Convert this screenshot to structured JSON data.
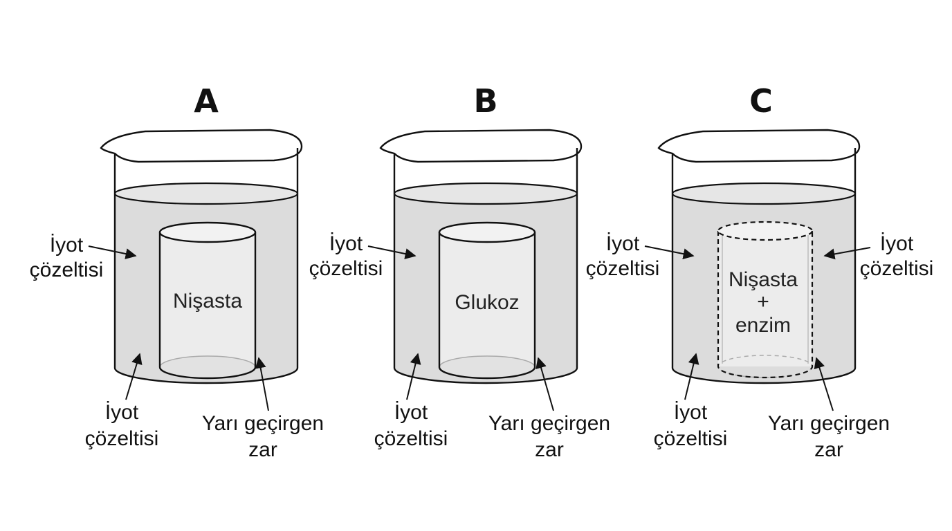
{
  "beakers": [
    {
      "title": "A",
      "content": [
        "Nişasta"
      ],
      "membrane": "solid",
      "left_label": [
        "İyot",
        "çözeltisi"
      ],
      "bottom_left_label": [
        "İyot",
        "çözeltisi"
      ],
      "bottom_right_label": [
        "Yarı geçirgen",
        "zar"
      ]
    },
    {
      "title": "B",
      "content": [
        "Glukoz"
      ],
      "membrane": "solid",
      "left_label": [
        "İyot",
        "çözeltisi"
      ],
      "bottom_left_label": [
        "İyot",
        "çözeltisi"
      ],
      "bottom_right_label": [
        "Yarı geçirgen",
        "zar"
      ]
    },
    {
      "title": "C",
      "content": [
        "Nişasta",
        "+",
        "enzim"
      ],
      "membrane": "dashed",
      "left_label": [
        "İyot",
        "çözeltisi"
      ],
      "right_label": [
        "İyot",
        "çözeltisi"
      ],
      "bottom_left_label": [
        "İyot",
        "çözeltisi"
      ],
      "bottom_right_label": [
        "Yarı geçirgen",
        "zar"
      ]
    }
  ],
  "colors": {
    "solution": "#dcdcdc",
    "solution_surface": "#e6e6e6",
    "membrane_fill": "#ececec",
    "line": "#111111"
  }
}
